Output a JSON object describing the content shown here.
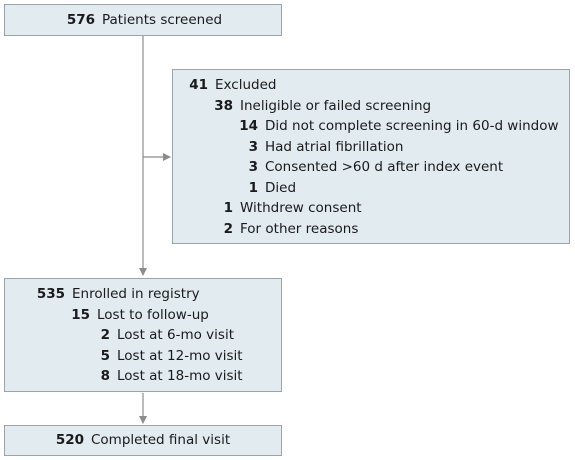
{
  "screened": {
    "count": "576",
    "label": "Patients screened"
  },
  "excluded": {
    "count": "41",
    "label": "Excluded",
    "ineligible": {
      "count": "38",
      "label": "Ineligible or failed screening"
    },
    "reasons": [
      {
        "count": "14",
        "label": "Did not complete screening in 60-d window"
      },
      {
        "count": "3",
        "label": "Had atrial fibrillation"
      },
      {
        "count": "3",
        "label": "Consented >60 d after index event"
      },
      {
        "count": "1",
        "label": "Died"
      }
    ],
    "withdrew": {
      "count": "1",
      "label": "Withdrew consent"
    },
    "other": {
      "count": "2",
      "label": "For other reasons"
    }
  },
  "enrolled": {
    "count": "535",
    "label": "Enrolled in registry",
    "lost": {
      "count": "15",
      "label": "Lost to follow-up"
    },
    "lost_items": [
      {
        "count": "2",
        "label": "Lost at 6-mo visit"
      },
      {
        "count": "5",
        "label": "Lost at 12-mo visit"
      },
      {
        "count": "8",
        "label": "Lost at 18-mo visit"
      }
    ]
  },
  "completed": {
    "count": "520",
    "label": "Completed final visit"
  },
  "colors": {
    "box_fill": "#e1ebf0",
    "box_border": "#9aa4aa",
    "connector": "#8c8c8c"
  }
}
